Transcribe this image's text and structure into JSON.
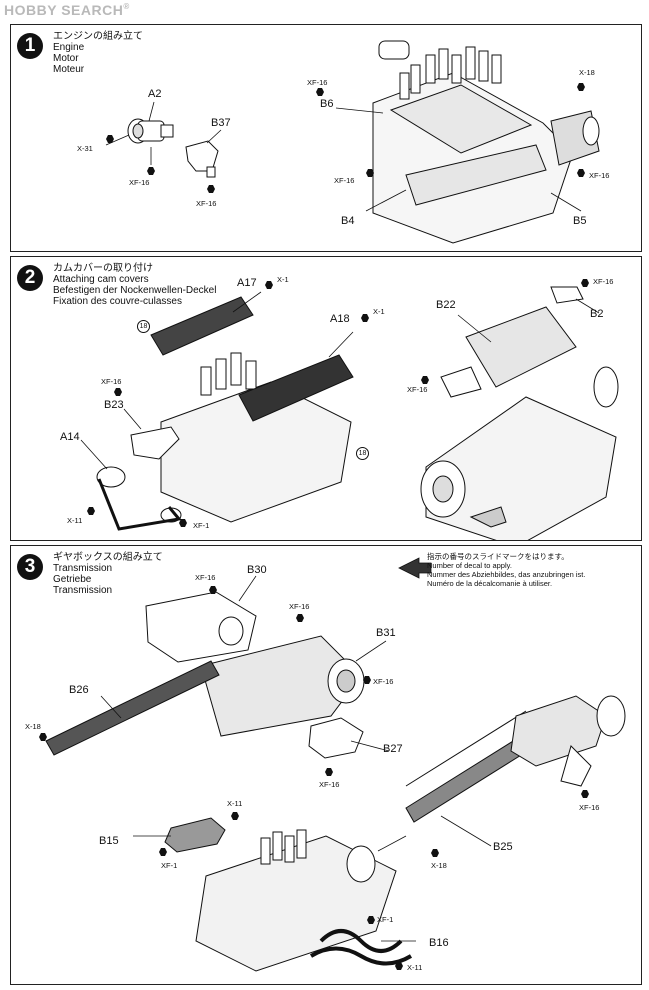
{
  "watermark": {
    "brand": "HOBBY SEARCH",
    "reg": "®"
  },
  "steps": [
    {
      "number": "1",
      "title_ja": "エンジンの組み立て",
      "title_en": "Engine",
      "title_de": "Motor",
      "title_fr": "Moteur"
    },
    {
      "number": "2",
      "title_ja": "カムカバーの取り付け",
      "title_en": "Attaching cam covers",
      "title_de": "Befestigen der Nockenwellen-Deckel",
      "title_fr": "Fixation des couvre-culasses"
    },
    {
      "number": "3",
      "title_ja": "ギヤボックスの組み立て",
      "title_en": "Transmission",
      "title_de": "Getriebe",
      "title_fr": "Transmission"
    }
  ],
  "decal_note": {
    "ja": "指示の番号のスライドマークをはります。",
    "en": "Number of decal to apply.",
    "de": "Nummer des Abziehbildes, das anzubringen ist.",
    "fr": "Numéro de la décalcomanie à utiliser."
  },
  "step1": {
    "parts": [
      "A2",
      "B37",
      "B6",
      "B4",
      "B5"
    ],
    "colors": [
      "X-31",
      "XF-16",
      "XF-16",
      "XF-16",
      "XF-16",
      "X-18",
      "XF-16"
    ]
  },
  "step2": {
    "parts": [
      "A17",
      "A18",
      "B23",
      "A14",
      "B22",
      "B2"
    ],
    "colors": [
      "X-1",
      "X-1",
      "XF-16",
      "X-11",
      "XF-1",
      "XF-16",
      "XF-16"
    ],
    "decals": [
      "18",
      "18"
    ]
  },
  "step3": {
    "parts": [
      "B30",
      "B31",
      "B26",
      "B27",
      "B15",
      "B25",
      "B16"
    ],
    "colors": [
      "XF-16",
      "XF-16",
      "XF-16",
      "X-18",
      "XF-16",
      "X-11",
      "XF-1",
      "XF-16",
      "X-18",
      "XF-1",
      "X-11"
    ]
  }
}
